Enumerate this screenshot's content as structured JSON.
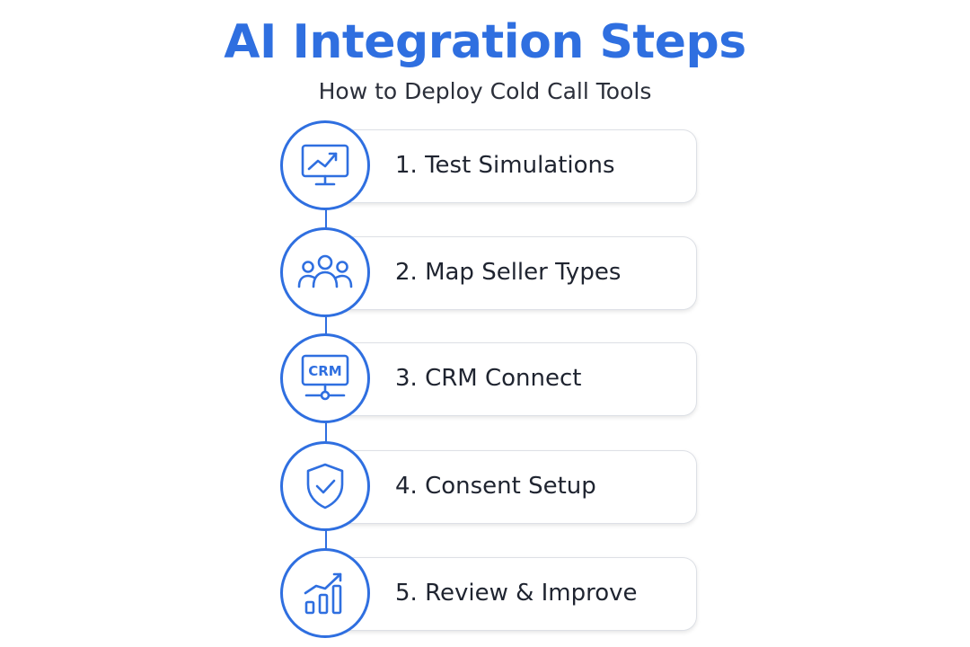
{
  "header": {
    "title": "AI Integration Steps",
    "subtitle": "How to Deploy Cold Call Tools"
  },
  "colors": {
    "accent": "#2f6fe0",
    "text": "#1f2430",
    "card_border": "#dde0e6"
  },
  "steps": [
    {
      "label": "1. Test Simulations",
      "icon": "monitor-chart-icon"
    },
    {
      "label": "2. Map Seller Types",
      "icon": "user-group-icon"
    },
    {
      "label": "3. CRM Connect",
      "icon": "crm-monitor-icon",
      "icon_text": "CRM"
    },
    {
      "label": "4. Consent Setup",
      "icon": "shield-check-icon"
    },
    {
      "label": "5. Review & Improve",
      "icon": "bar-chart-growth-icon"
    }
  ]
}
